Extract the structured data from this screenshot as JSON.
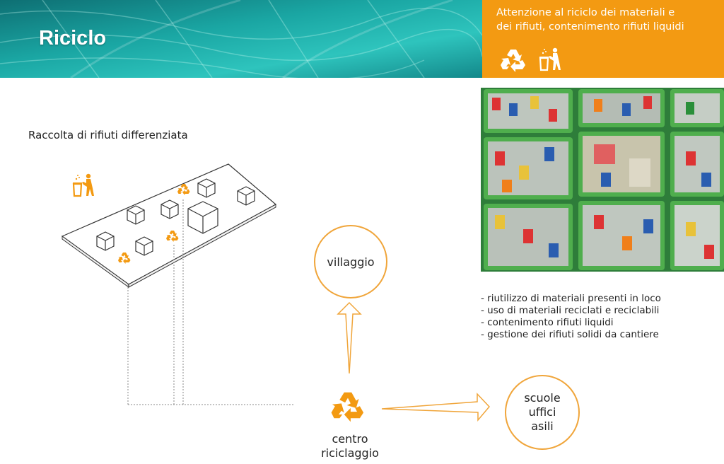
{
  "header": {
    "title": "Riciclo",
    "panel_text_line1": "Attenzione al riciclo dei materiali e",
    "panel_text_line2": "dei rifiuti, contenimento rifiuti liquidi",
    "panel_icons": [
      "recycle-icon",
      "trash-bin-person-icon"
    ]
  },
  "colors": {
    "accent_orange": "#f39a12",
    "circle_stroke": "#f0a53a",
    "header_teal": "#1aa6a3"
  },
  "diagram": {
    "section_label": "Raccolta di rifiuti differenziata",
    "nodes": {
      "villaggio": "villaggio",
      "scuole_line1": "scuole",
      "scuole_line2": "uffici",
      "scuole_line3": "asili",
      "centro_line1": "centro",
      "centro_line2": "riciclaggio"
    }
  },
  "bullets": [
    "- riutilizzo di materiali presenti in loco",
    "- uso di materiali reciclati e reciclabili",
    "- contenimento rifiuti liquidi",
    "- gestione dei rifiuti solidi da cantiere"
  ]
}
